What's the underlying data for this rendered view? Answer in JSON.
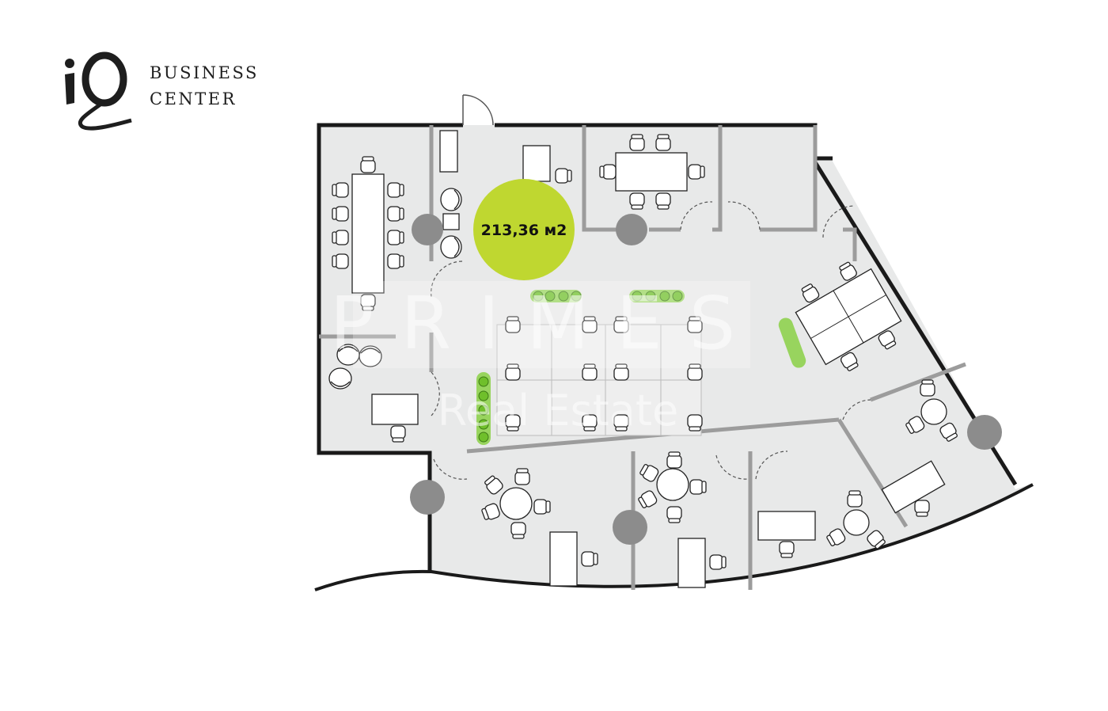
{
  "logo": {
    "mark": "iQ",
    "line1": "BUSINESS",
    "line2": "CENTER"
  },
  "plan": {
    "area_label": "213,36 м2",
    "area_marker_color": "#bfd730",
    "room_fill": "#e8e9e9",
    "wall_color": "#1a1a1a",
    "partition_color": "#9c9c9c",
    "column_color": "#8c8c8c",
    "plant_color": "#6fbf2b"
  },
  "watermark": {
    "line1": "PRIMES",
    "line2": "Real Estate"
  }
}
